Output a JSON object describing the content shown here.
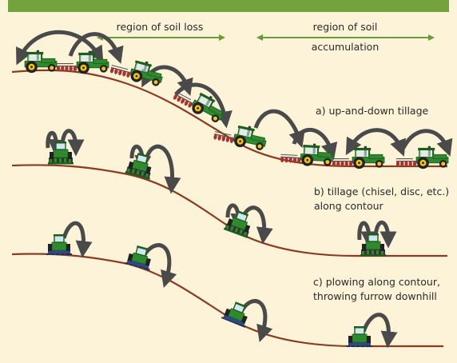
{
  "labels": {
    "soil_loss": "region of soil loss",
    "soil_accum_line1": "region of soil",
    "soil_accum_line2": "accumulation",
    "case_a": "a) up-and-down tillage",
    "case_b_line1": "b) tillage (chisel, disc, etc.)",
    "case_b_line2": "along contour",
    "case_c_line1": "c) plowing along contour,",
    "case_c_line2": "throwing furrow downhill"
  },
  "colors": {
    "background": "#fdf3d8",
    "top_bar": "#72a33c",
    "region_arrow": "#6b9a3a",
    "soil_line": "#8a3b22",
    "throw_arrow": "#4a4a4a",
    "tractor_green": "#2f8a2f",
    "tractor_dark": "#1d5e1d",
    "wheel_yellow": "#f2c21b",
    "disc_red": "#a8322d",
    "plow_blue": "#2b4a8a"
  },
  "icons": {
    "tractor": "tractor-icon",
    "implement": "tillage-implement-icon",
    "soil_throw": "curved-arrow-icon"
  }
}
